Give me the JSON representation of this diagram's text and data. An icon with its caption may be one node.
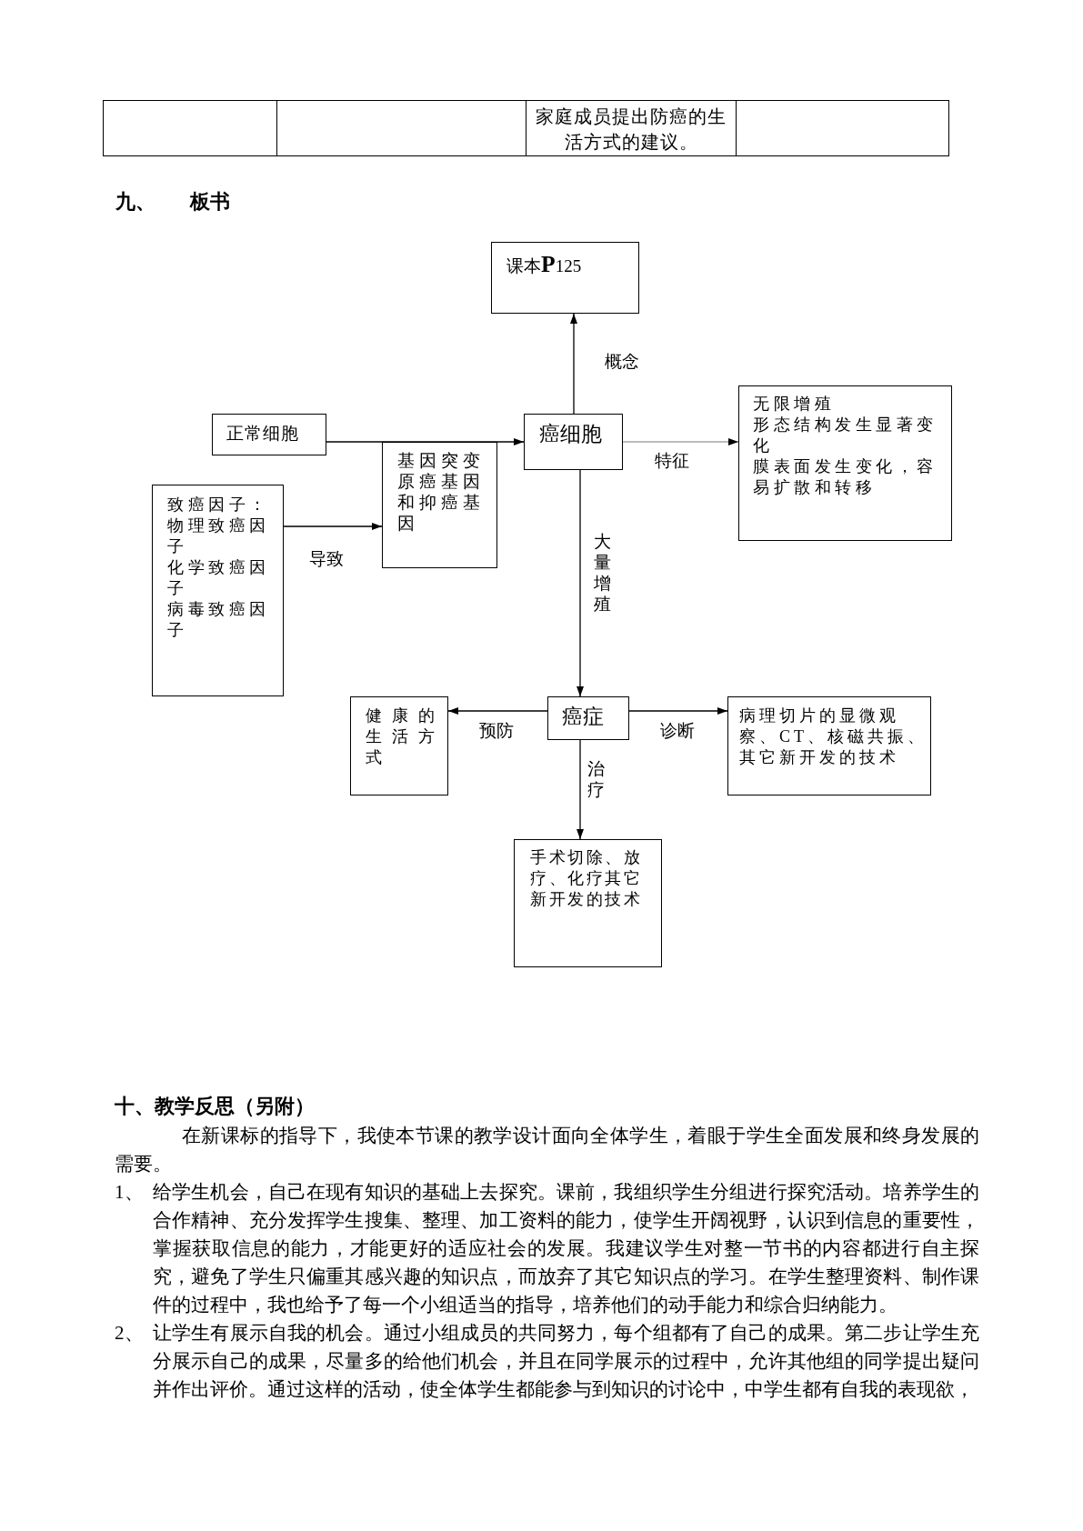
{
  "diagram": {
    "title": "九、 板书",
    "nodes": [
      {
        "text": [
          "课本**P**125"
        ]
      },
      {
        "text": [
          "正常细胞"
        ]
      },
      {
        "text": [
          "癌细胞"
        ]
      },
      {
        "text": [
          "无限增殖",
          "形态结构发生显著变化",
          "膜表面发生变化，容易扩散和转移"
        ]
      },
      {
        "text": [
          "致癌因子：",
          "物理致癌因子",
          "化学致癌因子",
          "病毒致癌因子"
        ]
      },
      {
        "text": [
          "基因突变",
          "原癌基因和抑癌基因"
        ]
      },
      {
        "text": [
          "健康的生活方式"
        ]
      },
      {
        "text": [
          "癌症"
        ]
      },
      {
        "text": [
          "病理切片的显微观察、CT、核磁共振、其它新开发的技术"
        ]
      },
      {
        "text": [
          "手术切除、放疗、化疗其它新开发的技术"
        ]
      }
    ],
    "edges": [
      {
        "from": 2,
        "to": 0,
        "arrow": "to",
        "label": "概念"
      },
      {
        "from": 1,
        "to": 2,
        "arrow": "to"
      },
      {
        "from": 2,
        "to": 3,
        "arrow": "to",
        "label": "特征",
        "color": "#a6a6a6"
      },
      {
        "from": 4,
        "to": 5,
        "arrow": "to",
        "label": "导致"
      },
      {
        "from": 2,
        "to": 7,
        "arrow": "to",
        "label": "大量增殖"
      },
      {
        "from": 7,
        "to": 6,
        "arrow": "to",
        "label": "预防"
      },
      {
        "from": 7,
        "to": 8,
        "arrow": "to",
        "label": "诊断"
      },
      {
        "from": 7,
        "to": 9,
        "arrow": "to",
        "label": "治疗"
      }
    ],
    "labels": [
      "家庭成员提出防癌的生活方式的建议。",
      "十、教学反思（另附）",
      "在新课标的指导下，我使本节课的教学设计面向全体学生，着眼于学生全面发展和终身发展的需要。",
      "1、",
      "给学生机会，自己在现有知识的基础上去探究。课前，我组织学生分组进行探究活动。培养学生的合作精神、充分发挥学生搜集、整理、加工资料的能力，使学生开阔视野，认识到信息的重要性，掌握获取信息的能力，才能更好的适应社会的发展。我建议学生对整一节书的内容都进行自主探究，避免了学生只偏重其感兴趣的知识点，而放弃了其它知识点的学习。在学生整理资料、制作课件的过程中，我也给予了每一个小组适当的指导，培养他们的动手能力和综合归纳能力。",
      "2、",
      "让学生有展示自我的机会。通过小组成员的共同努力，每个组都有了自己的成果。第二步让学生充分展示自己的成果，尽量多的给他们机会，并且在同学展示的过程中，允许其他组的同学提出疑问并作出评价。通过这样的活动，使全体学生都能参与到知识的讨论中，中学生都有自我的表现欲，"
    ]
  }
}
